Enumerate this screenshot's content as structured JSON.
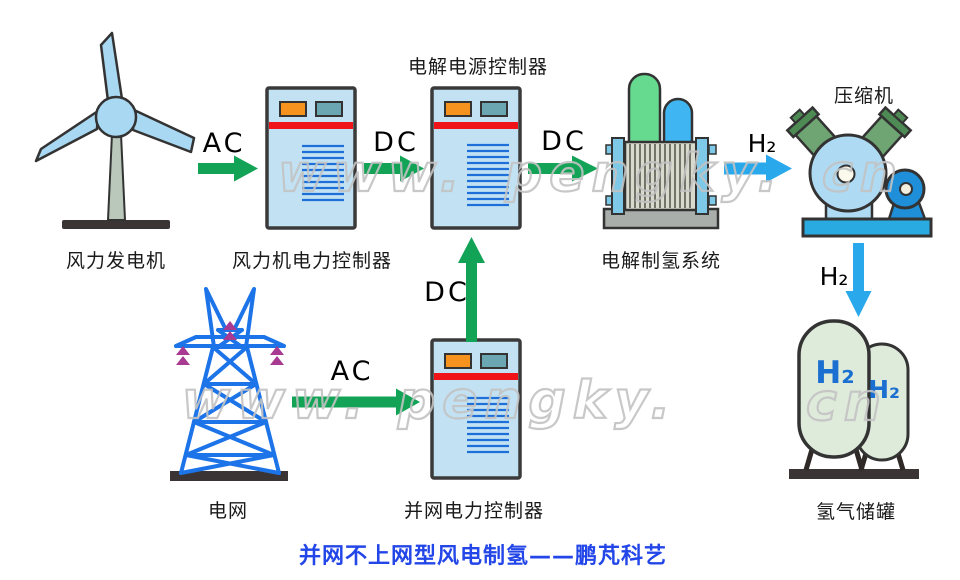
{
  "caption": "并网不上网型风电制氢——鹏芃科艺",
  "watermark": {
    "row1": [
      "www.",
      "pengky.",
      "cn"
    ],
    "row2": [
      "www.",
      "pengky.",
      "cn"
    ]
  },
  "nodes": {
    "wind_turbine": {
      "label": "风力发电机"
    },
    "wind_controller": {
      "label": "风力机电力控制器"
    },
    "electrolysis_controller": {
      "label": "电解电源控制器"
    },
    "electrolyzer": {
      "label": "电解制氢系统"
    },
    "compressor": {
      "label": "压缩机"
    },
    "hydrogen_tanks": {
      "label": "氢气储罐",
      "tank_front_text": "H₂",
      "tank_back_text": "H₂"
    },
    "grid": {
      "label": "电网"
    },
    "grid_controller": {
      "label": "并网电力控制器"
    }
  },
  "arrows": [
    {
      "id": "ac-wind",
      "label": "AC",
      "from": "wind_turbine",
      "to": "wind_controller",
      "color": "green"
    },
    {
      "id": "dc-wind",
      "label": "DC",
      "from": "wind_controller",
      "to": "electrolysis_controller",
      "color": "green"
    },
    {
      "id": "dc-electrolyzer",
      "label": "DC",
      "from": "electrolysis_controller",
      "to": "electrolyzer",
      "color": "green"
    },
    {
      "id": "h2-compressor",
      "label": "H₂",
      "from": "electrolyzer",
      "to": "compressor",
      "color": "blue"
    },
    {
      "id": "h2-tank",
      "label": "H₂",
      "from": "compressor",
      "to": "hydrogen_tanks",
      "color": "blue"
    },
    {
      "id": "ac-grid",
      "label": "AC",
      "from": "grid",
      "to": "grid_controller",
      "color": "green"
    },
    {
      "id": "dc-grid-up",
      "label": "DC",
      "from": "grid_controller",
      "to": "electrolysis_controller",
      "color": "green"
    }
  ],
  "colors": {
    "arrow_green": "#13a356",
    "arrow_blue": "#29a8ec",
    "caption_blue": "#2346e8",
    "box_fill": "#c2e2f4",
    "red_stripe": "#f01318",
    "orange_indicator": "#f6921e",
    "teal_indicator": "#6ba7b2",
    "vent_blue": "#1e70d8",
    "tower_blue": "#1c74e8",
    "insulator_magenta": "#a83a92",
    "tank_fill": "#deebda",
    "h2_text_blue": "#1a6fd0"
  }
}
